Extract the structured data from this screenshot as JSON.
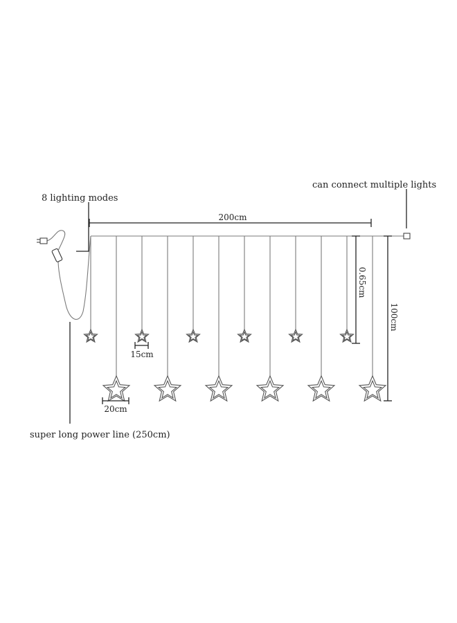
{
  "labels": {
    "modes": "8 lighting modes",
    "connect": "can connect multiple lights",
    "power_line": "super long power line (250cm)"
  },
  "dimensions": {
    "width": "200cm",
    "short_drop": "0.65cm",
    "long_drop": "100cm",
    "small_star": "15cm",
    "large_star": "20cm"
  },
  "product": {
    "total_strands": 12,
    "small_stars": 6,
    "large_stars": 6
  }
}
